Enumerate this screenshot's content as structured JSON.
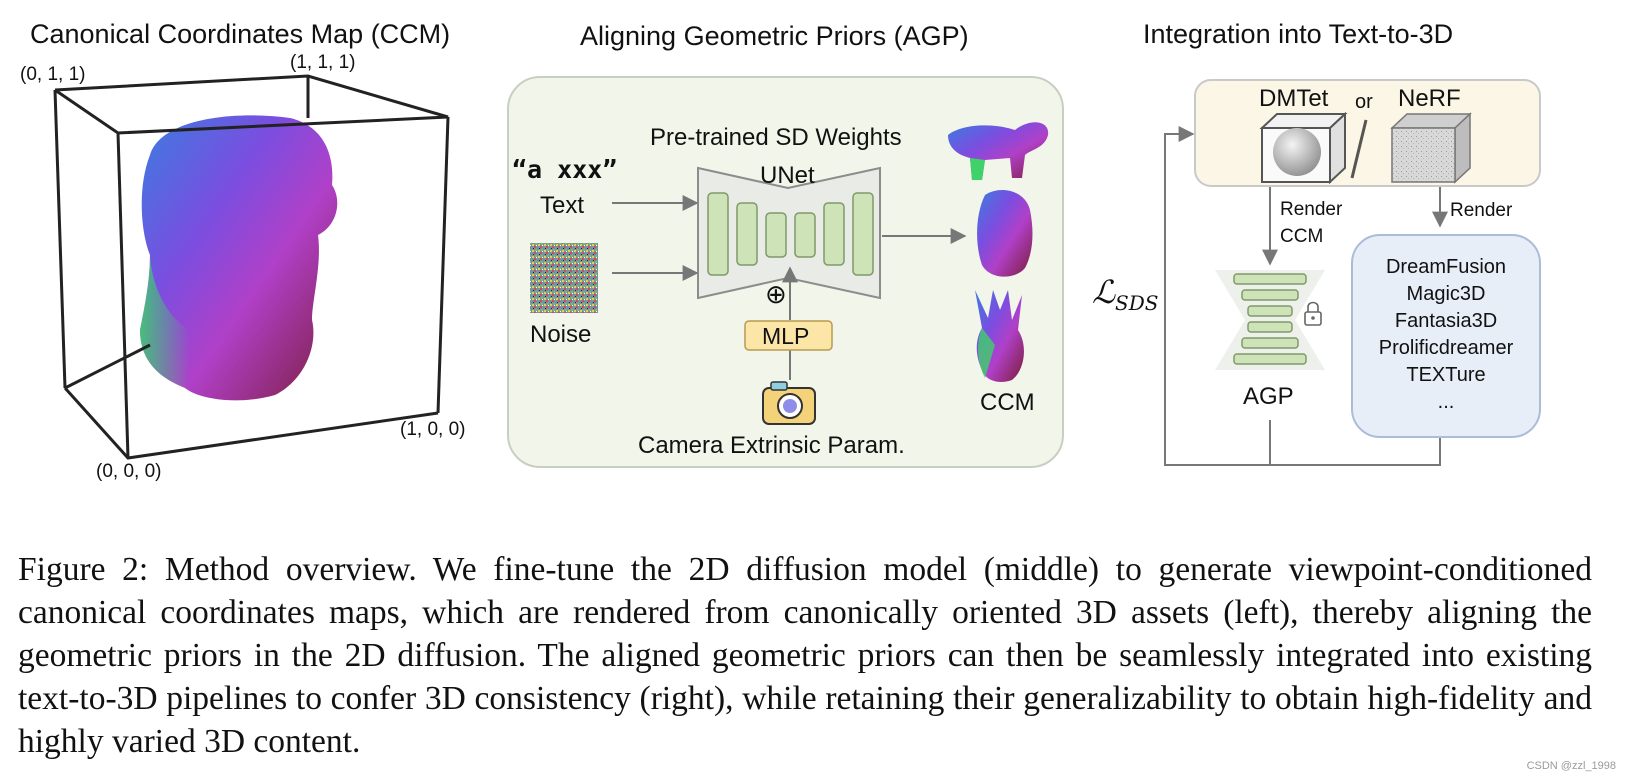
{
  "panels": {
    "left": {
      "title": "Canonical Coordinates Map (CCM)",
      "corner_010": "(0, 1, 1)",
      "corner_111": "(1, 1, 1)",
      "corner_100": "(1, 0, 0)",
      "corner_000": "(0, 0, 0)"
    },
    "middle": {
      "title": "Aligning Geometric Priors (AGP)",
      "weights_label": "Pre-trained SD Weights",
      "unet_label": "UNet",
      "text_prompt": "“a xxx”",
      "text_label": "Text",
      "noise_label": "Noise",
      "mlp_label": "MLP",
      "camera_label": "Camera Extrinsic Param.",
      "output_label": "CCM",
      "add_symbol": "⊕"
    },
    "right": {
      "title": "Integration into Text-to-3D",
      "dmtet_label": "DMTet",
      "or_label": "or",
      "nerf_label": "NeRF",
      "render_ccm_1": "Render",
      "render_ccm_2": "CCM",
      "render_label": "Render",
      "agp_label": "AGP",
      "sds_label": "ℒ",
      "sds_sub": "SDS",
      "methods": [
        "DreamFusion",
        "Magic3D",
        "Fantasia3D",
        "Prolificdreamer",
        "TEXTure",
        "..."
      ]
    }
  },
  "caption": "Figure 2: Method overview. We fine-tune the 2D diffusion model (middle) to generate viewpoint-conditioned canonical coordinates maps, which are rendered from canonically oriented 3D assets (left), thereby aligning the geometric priors in the 2D diffusion. The aligned geometric priors can then be seamlessly integrated into existing text-to-3D pipelines to confer 3D consistency (right), while retaining their generalizability to obtain high-fidelity and highly varied 3D content.",
  "watermark": "CSDN @zzl_1998",
  "colors": {
    "unet_layer": "#cfe3b8",
    "agp_panel_bg": "#f1f5ea",
    "rep_box_bg": "#fbf6e6",
    "methods_box_bg": "#e7eef8",
    "mlp_bg": "#fbe6a8"
  }
}
